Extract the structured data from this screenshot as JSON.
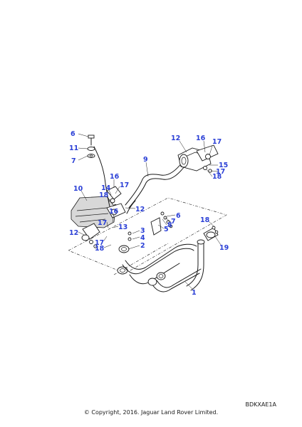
{
  "diagram": {
    "callouts": [
      {
        "id": "c-6a",
        "label": "6"
      },
      {
        "id": "c-11",
        "label": "11"
      },
      {
        "id": "c-7a",
        "label": "7"
      },
      {
        "id": "c-12a",
        "label": "12"
      },
      {
        "id": "c-16a",
        "label": "16"
      },
      {
        "id": "c-17a",
        "label": "17"
      },
      {
        "id": "c-9",
        "label": "9"
      },
      {
        "id": "c-15",
        "label": "15"
      },
      {
        "id": "c-17b",
        "label": "17"
      },
      {
        "id": "c-18a",
        "label": "18"
      },
      {
        "id": "c-16b",
        "label": "16"
      },
      {
        "id": "c-14",
        "label": "14"
      },
      {
        "id": "c-17c",
        "label": "17"
      },
      {
        "id": "c-10",
        "label": "10"
      },
      {
        "id": "c-18b",
        "label": "18"
      },
      {
        "id": "c-16c",
        "label": "16"
      },
      {
        "id": "c-12b",
        "label": "12"
      },
      {
        "id": "c-6b",
        "label": "6"
      },
      {
        "id": "c-7b",
        "label": "7"
      },
      {
        "id": "c-8",
        "label": "8"
      },
      {
        "id": "c-5",
        "label": "5"
      },
      {
        "id": "c-17d",
        "label": "17"
      },
      {
        "id": "c-13",
        "label": "13"
      },
      {
        "id": "c-3",
        "label": "3"
      },
      {
        "id": "c-4",
        "label": "4"
      },
      {
        "id": "c-12c",
        "label": "12"
      },
      {
        "id": "c-17e",
        "label": "17"
      },
      {
        "id": "c-18c",
        "label": "18"
      },
      {
        "id": "c-2",
        "label": "2"
      },
      {
        "id": "c-18d",
        "label": "18"
      },
      {
        "id": "c-19",
        "label": "19"
      },
      {
        "id": "c-1",
        "label": "1"
      }
    ],
    "reference_code": "BDKXAE1A",
    "copyright": "© Copyright, 2016. Jaguar Land Rover Limited."
  }
}
